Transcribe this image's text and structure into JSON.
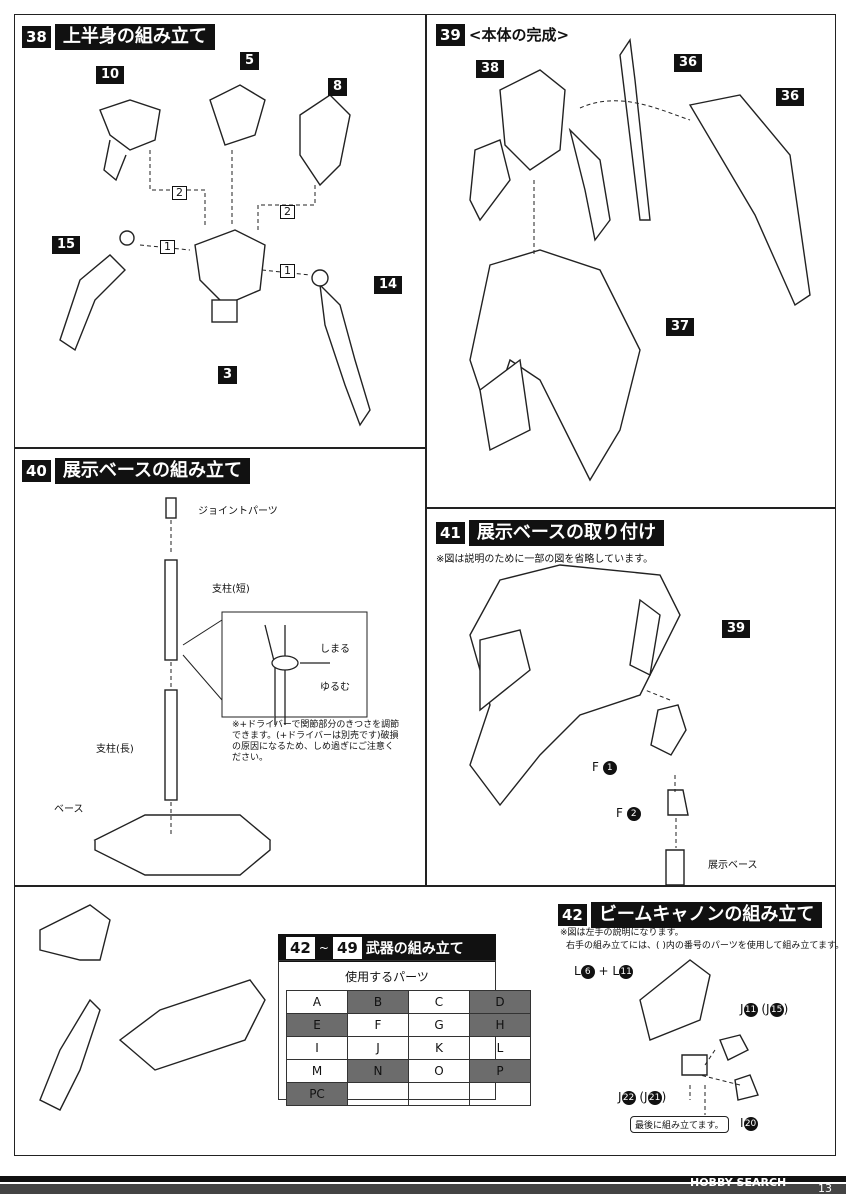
{
  "step38": {
    "num": "38",
    "title": "上半身の組み立て",
    "callouts": [
      "10",
      "5",
      "8",
      "15",
      "14",
      "3"
    ],
    "arrows": [
      "2",
      "2",
      "1",
      "1"
    ]
  },
  "step39": {
    "num": "39",
    "title": "<本体の完成>",
    "callouts": [
      "38",
      "36",
      "36",
      "37"
    ]
  },
  "step40": {
    "num": "40",
    "title": "展示ベースの組み立て",
    "labels": {
      "joint": "ジョイントパーツ",
      "short": "支柱(短)",
      "long": "支柱(長)",
      "base": "ベース",
      "tighten": "しまる",
      "loosen": "ゆるむ"
    },
    "note": "※+ドライバーで関節部分のきつさを調節できます。(+ドライバーは別売です)破損の原因になるため、しめ過ぎにご注意ください。"
  },
  "step41": {
    "num": "41",
    "title": "展示ベースの取り付け",
    "note": "※図は説明のために一部の図を省略しています。",
    "callout": "39",
    "labels": {
      "f1_letter": "F",
      "f1_num": "1",
      "f2_letter": "F",
      "f2_num": "2",
      "base": "展示ベース"
    }
  },
  "weapons": {
    "range_start": "42",
    "tilde": "~",
    "range_end": "49",
    "title": "武器の組み立て",
    "parts_header": "使用するパーツ",
    "parts": [
      [
        "A",
        "B",
        "C",
        "D"
      ],
      [
        "E",
        "F",
        "G",
        "H"
      ],
      [
        "I",
        "J",
        "K",
        "L"
      ],
      [
        "M",
        "N",
        "O",
        "P"
      ],
      [
        "PC",
        "",
        "",
        ""
      ]
    ],
    "dark": [
      [
        false,
        true,
        false,
        true
      ],
      [
        true,
        false,
        false,
        true
      ],
      [
        false,
        false,
        false,
        false
      ],
      [
        false,
        true,
        false,
        true
      ],
      [
        true,
        false,
        false,
        false
      ]
    ]
  },
  "step42": {
    "num": "42",
    "title": "ビームキャノンの組み立て",
    "note1": "※図は左手の説明になります。",
    "note2": "右手の組み立てには、( )内の番号のパーツを使用して組み立てます。",
    "labels": {
      "l6": "L",
      "l6n": "6",
      "plus": "+ L",
      "l11n": "11",
      "j11": "J",
      "j11n": "11",
      "j15": "(J",
      "j15n": "15",
      "j15close": ")",
      "j22": "J",
      "j22n": "22",
      "j21": "(J",
      "j21n": "21",
      "j21close": ")",
      "i20": "I",
      "i20n": "20",
      "last": "最後に組み立てます。"
    }
  },
  "footer": {
    "brand": "HOBBY SEARCH",
    "page": "13"
  }
}
